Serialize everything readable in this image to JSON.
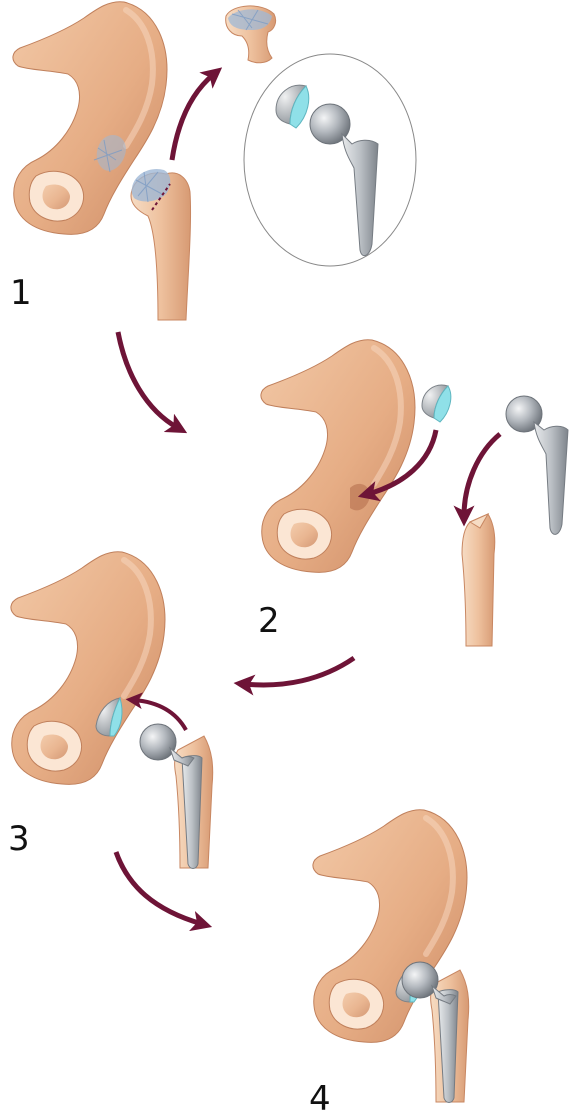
{
  "steps": [
    {
      "number": "1"
    },
    {
      "number": "2"
    },
    {
      "number": "3"
    },
    {
      "number": "4"
    }
  ],
  "colors": {
    "bone": "#e9b48d",
    "bone_shadow": "#c88762",
    "bone_light": "#f4d2b6",
    "arrow": "#6e1437",
    "implant_metal": "#b9bec4",
    "implant_dark": "#8a9097",
    "cup_liner": "#8fe0e8",
    "damaged_cartilage": "#9fb8d6"
  },
  "icons": [
    "pelvis-icon",
    "femur-icon",
    "arrow-icon",
    "hip-implant-icon",
    "acetabular-cup-icon"
  ]
}
